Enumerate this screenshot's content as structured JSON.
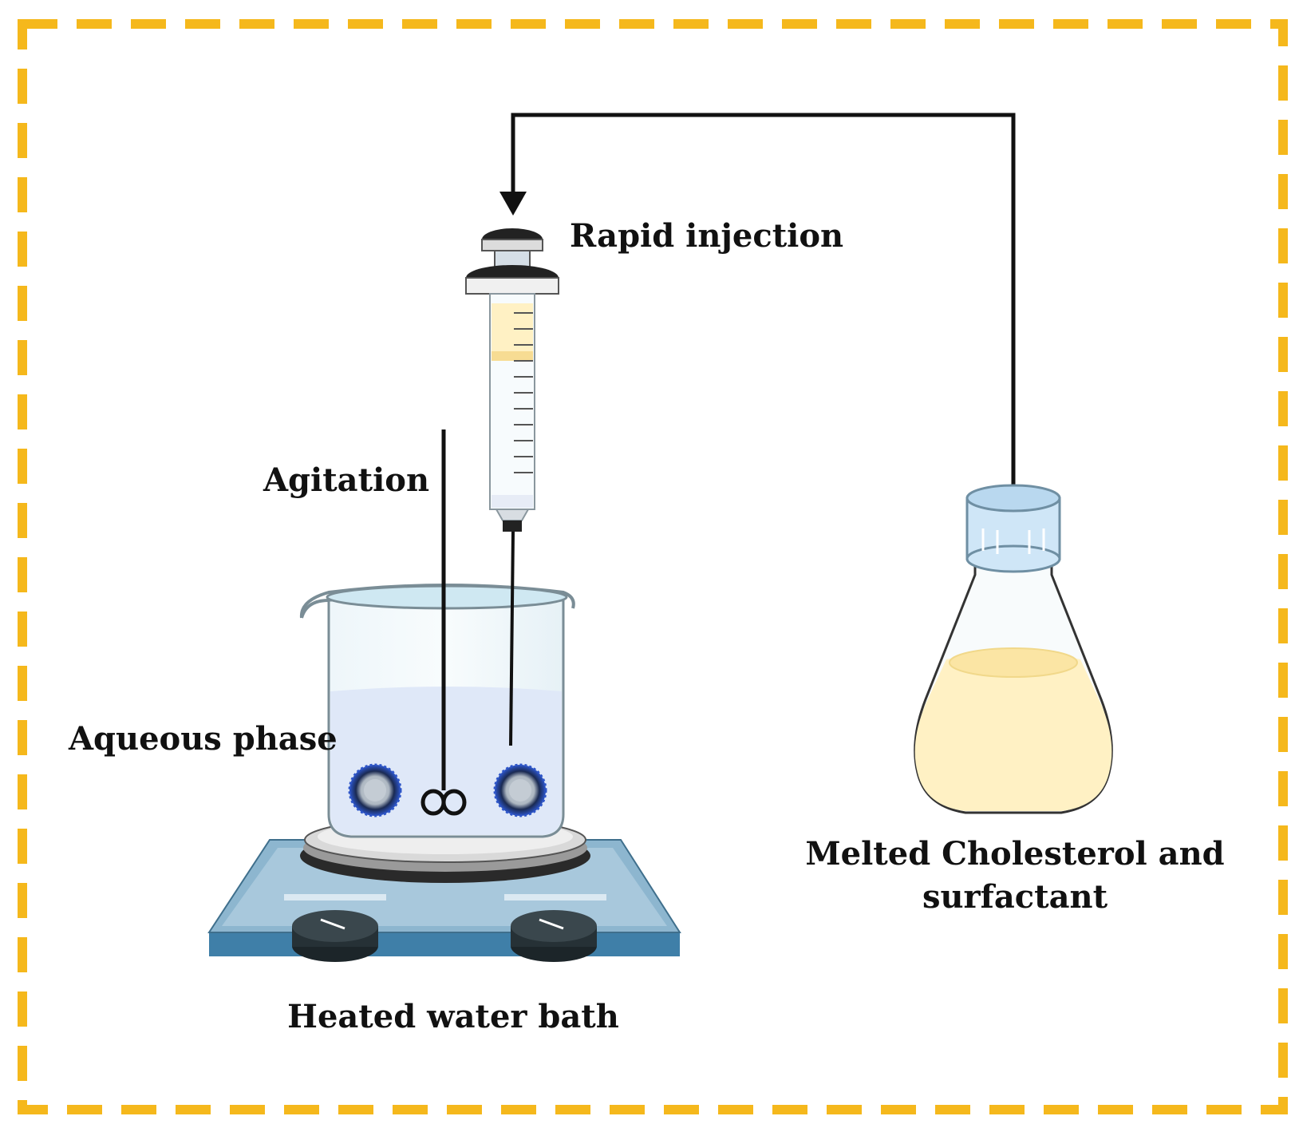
{
  "labels": {
    "rapid_injection": "Rapid injection",
    "agitation": "Agitation",
    "aqueous_phase": "Aqueous phase",
    "heated_water_bath": "Heated water bath",
    "flask_line1": "Melted Cholesterol and",
    "flask_line2": "surfactant"
  },
  "colors": {
    "border": "#f5b81c",
    "line": "#111111",
    "water": "#dfe8f8",
    "oil": "#fff1c4",
    "hotplate": "#7fa9c4",
    "knob": "#2e3b40"
  }
}
